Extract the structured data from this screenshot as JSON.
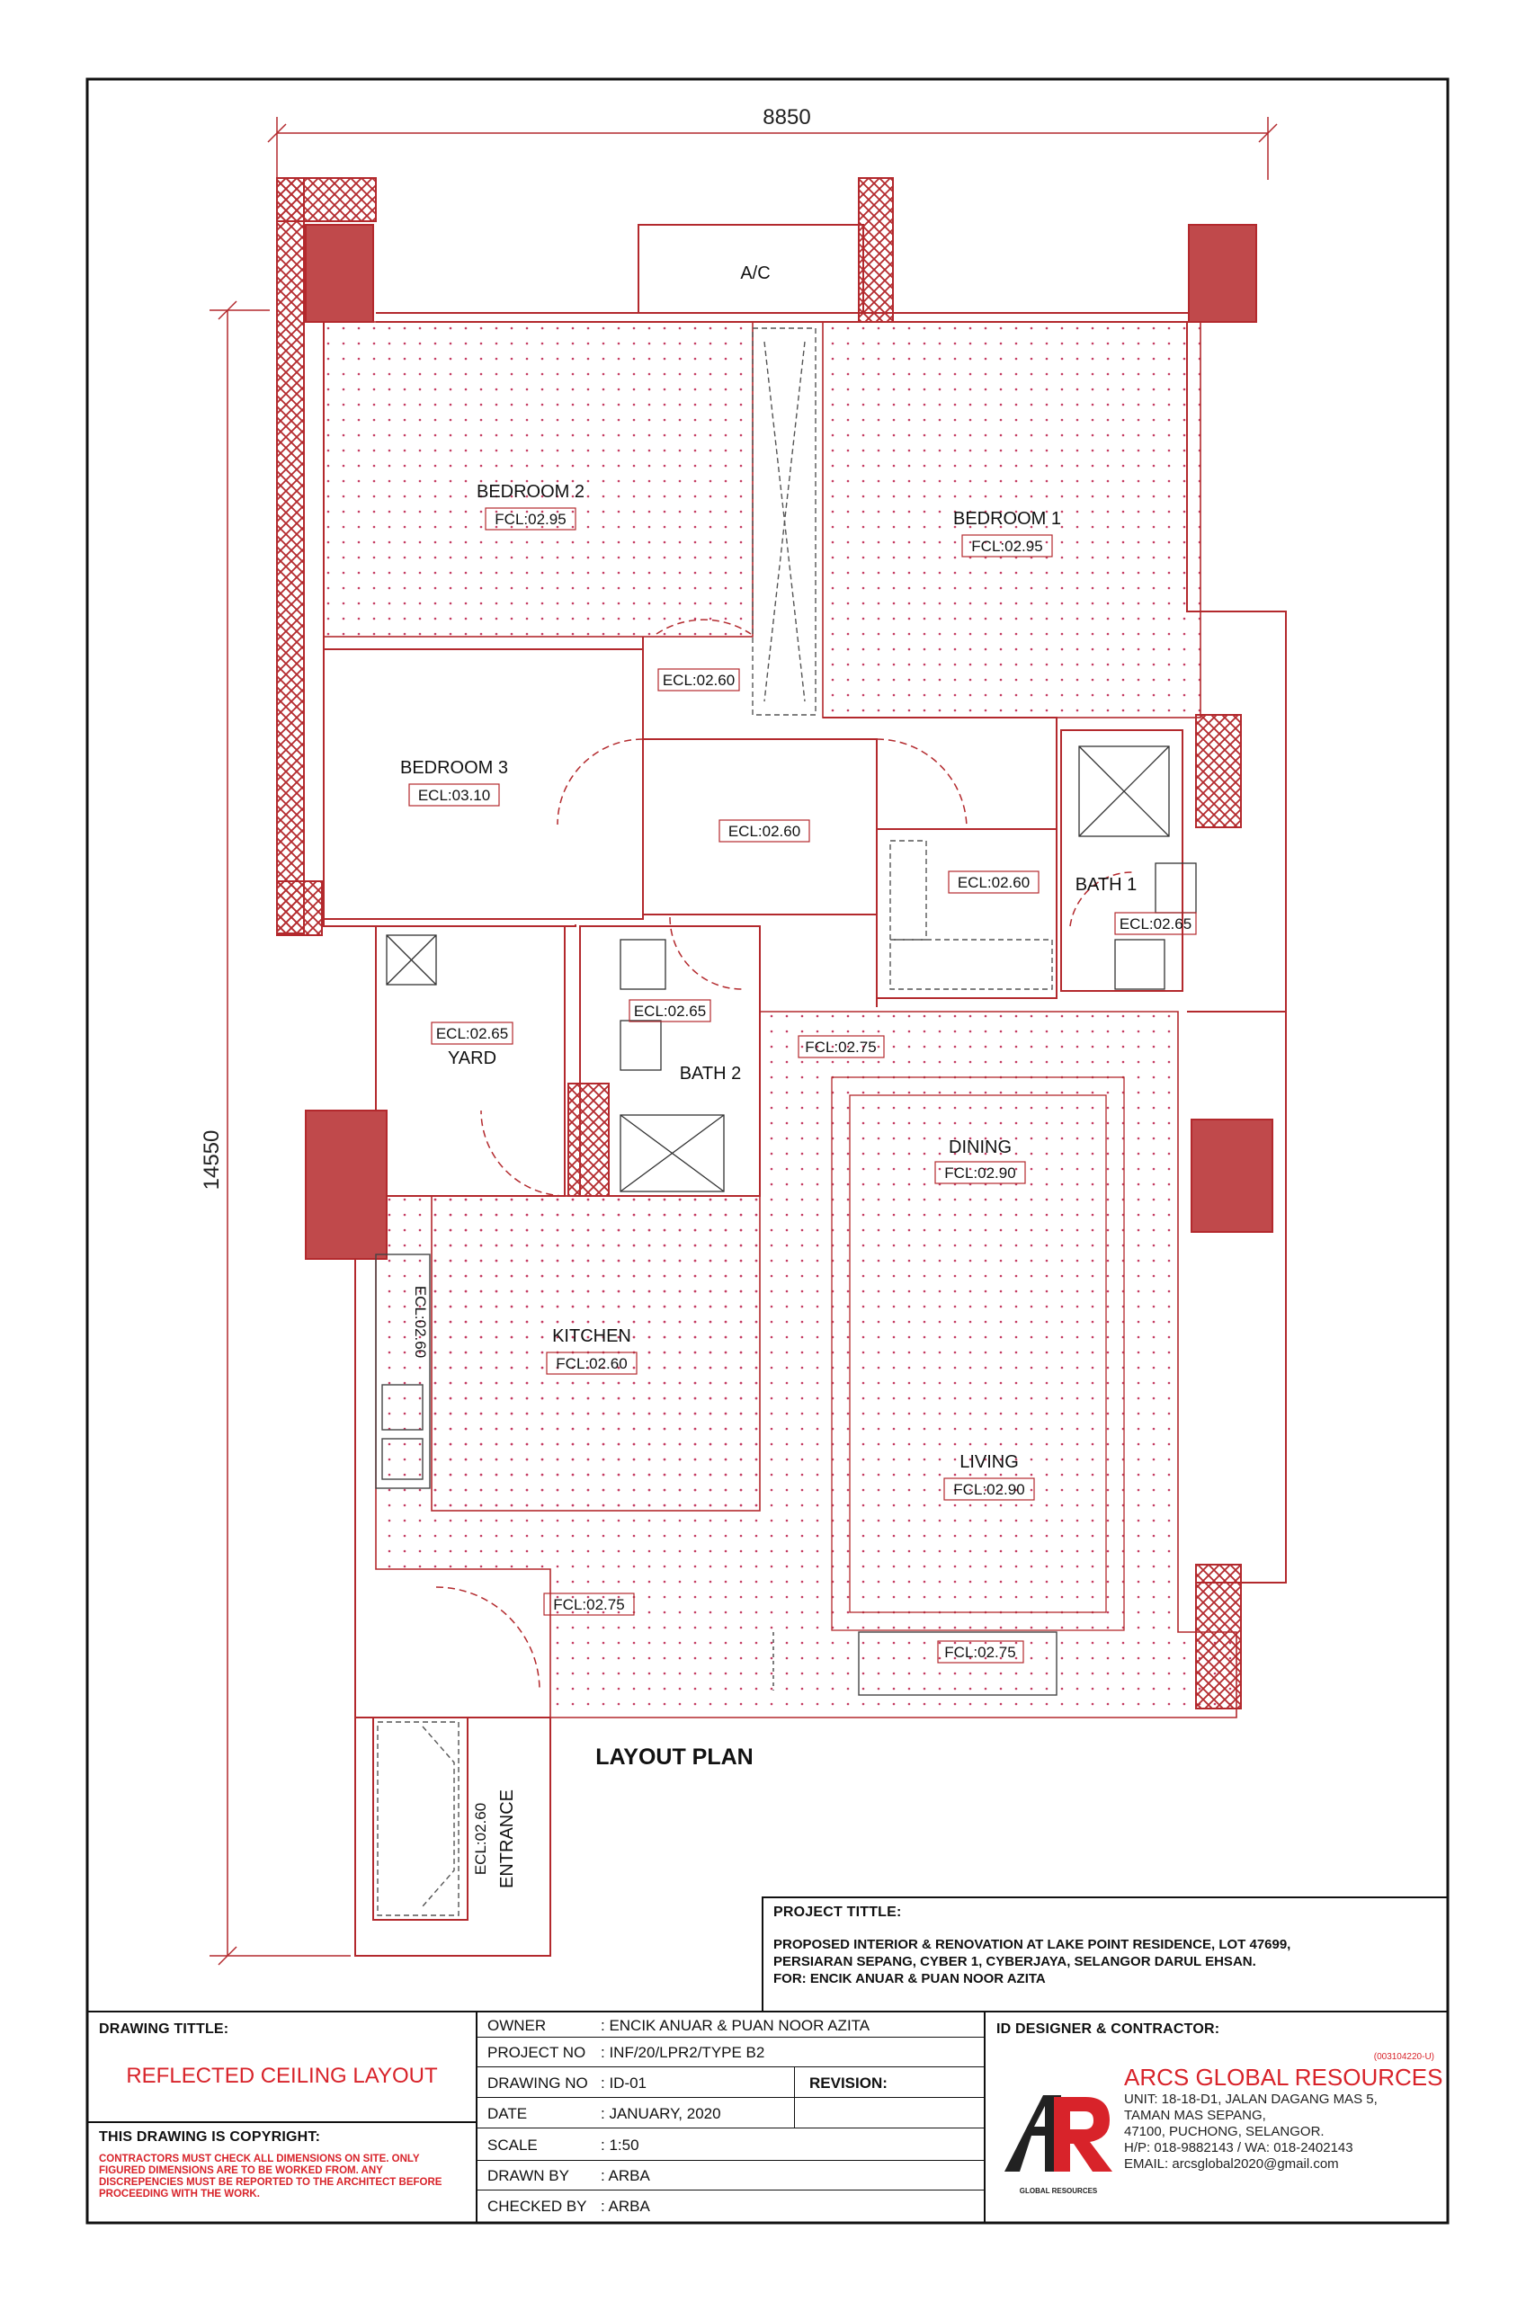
{
  "drawing": {
    "overall_width_dim": "8850",
    "overall_height_dim": "14550",
    "layout_plan_title": "LAYOUT PLAN",
    "ac_label": "A/C",
    "rooms": {
      "bedroom2": {
        "name": "BEDROOM 2",
        "ceiling": "FCL:02.95"
      },
      "bedroom1": {
        "name": "BEDROOM 1",
        "ceiling": "FCL:02.95"
      },
      "bedroom3": {
        "name": "BEDROOM 3",
        "ceiling": "ECL:03.10"
      },
      "corridor_top": {
        "ceiling": "ECL:02.60"
      },
      "corridor": {
        "ceiling": "ECL:02.60"
      },
      "wardrobe": {
        "ceiling": "ECL:02.60"
      },
      "bath1": {
        "name": "BATH 1",
        "ceiling": "ECL:02.65"
      },
      "yard": {
        "name": "YARD",
        "ceiling": "ECL:02.65"
      },
      "bath2": {
        "name": "BATH 2",
        "ceiling": "ECL:02.65"
      },
      "living_top": {
        "ceiling": "FCL:02.75"
      },
      "dining": {
        "name": "DINING",
        "ceiling": "FCL:02.90"
      },
      "kitchen": {
        "name": "KITCHEN",
        "ceiling": "FCL:02.60"
      },
      "kitchen_cabinet": {
        "ceiling": "ECL:02.60"
      },
      "living": {
        "name": "LIVING",
        "ceiling": "FCL:02.90"
      },
      "foyer": {
        "ceiling": "FCL:02.75"
      },
      "tv_wall": {
        "ceiling": "FCL:02.75"
      },
      "entrance": {
        "name": "ENTRANCE",
        "ceiling": "ECL:02.60"
      }
    }
  },
  "project": {
    "title_label": "PROJECT TITTLE:",
    "lines": [
      "PROPOSED INTERIOR & RENOVATION AT LAKE POINT RESIDENCE, LOT 47699,",
      "PERSIARAN SEPANG, CYBER 1, CYBERJAYA, SELANGOR DARUL EHSAN.",
      "FOR: ENCIK ANUAR & PUAN NOOR AZITA"
    ]
  },
  "title_block": {
    "drawing_title_label": "DRAWING TITTLE:",
    "drawing_title": "REFLECTED CEILING LAYOUT",
    "copyright_label": "THIS DRAWING IS COPYRIGHT:",
    "copyright_note": "CONTRACTORS MUST CHECK ALL DIMENSIONS ON SITE. ONLY FIGURED DIMENSIONS ARE TO BE WORKED FROM. ANY DISCREPENCIES MUST BE REPORTED TO THE ARCHITECT BEFORE PROCEEDING WITH THE WORK.",
    "fields": [
      {
        "label": "OWNER",
        "value": ": ENCIK ANUAR & PUAN NOOR AZITA"
      },
      {
        "label": "PROJECT NO",
        "value": ": INF/20/LPR2/TYPE B2"
      },
      {
        "label": "DRAWING NO",
        "value": ": ID-01"
      },
      {
        "label": "DATE",
        "value": ": JANUARY, 2020"
      },
      {
        "label": "SCALE",
        "value": ": 1:50"
      },
      {
        "label": "DRAWN BY",
        "value": ": ARBA"
      },
      {
        "label": "CHECKED BY",
        "value": ": ARBA"
      }
    ],
    "revision_label": "REVISION:",
    "designer_label": "ID DESIGNER & CONTRACTOR:",
    "company_reg": "(003104220-U)",
    "company_name": "ARCS GLOBAL RESOURCES",
    "address_lines": [
      "UNIT: 18-18-D1, JALAN DAGANG MAS 5,",
      "TAMAN MAS SEPANG,",
      "47100, PUCHONG, SELANGOR.",
      "H/P: 018-9882143 / WA: 018-2402143",
      "EMAIL: arcsglobal2020@gmail.com"
    ],
    "logo_caption": "GLOBAL RESOURCES",
    "logo_letters": "AR",
    "logo_colors": {
      "primary": "#d8232a",
      "dark": "#222222"
    }
  },
  "colors": {
    "plan": "#b3292d",
    "wall_fill": "#c0494b",
    "title_red": "#d8232a"
  }
}
